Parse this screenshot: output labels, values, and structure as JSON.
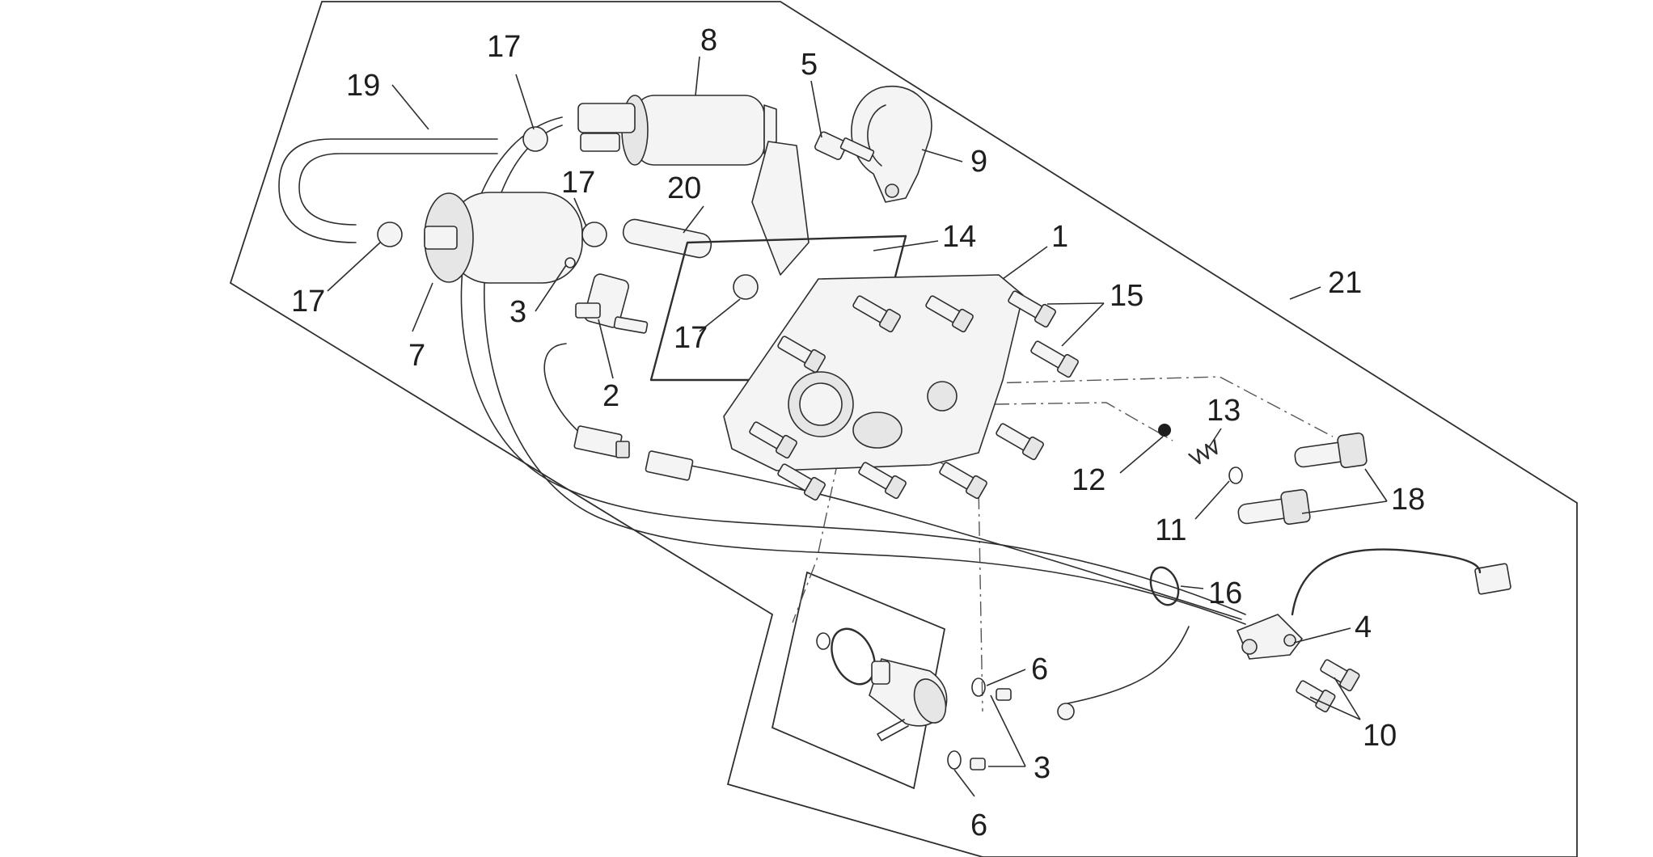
{
  "callouts": [
    {
      "id": "c1",
      "text": "1"
    },
    {
      "id": "c2",
      "text": "2"
    },
    {
      "id": "c3a",
      "text": "3"
    },
    {
      "id": "c3b",
      "text": "3"
    },
    {
      "id": "c4",
      "text": "4"
    },
    {
      "id": "c5",
      "text": "5"
    },
    {
      "id": "c6a",
      "text": "6"
    },
    {
      "id": "c6b",
      "text": "6"
    },
    {
      "id": "c7",
      "text": "7"
    },
    {
      "id": "c8",
      "text": "8"
    },
    {
      "id": "c9",
      "text": "9"
    },
    {
      "id": "c10",
      "text": "10"
    },
    {
      "id": "c11",
      "text": "11"
    },
    {
      "id": "c12",
      "text": "12"
    },
    {
      "id": "c13",
      "text": "13"
    },
    {
      "id": "c14",
      "text": "14"
    },
    {
      "id": "c15",
      "text": "15"
    },
    {
      "id": "c16",
      "text": "16"
    },
    {
      "id": "c17a",
      "text": "17"
    },
    {
      "id": "c17b",
      "text": "17"
    },
    {
      "id": "c17c",
      "text": "17"
    },
    {
      "id": "c17d",
      "text": "17"
    },
    {
      "id": "c18",
      "text": "18"
    },
    {
      "id": "c19",
      "text": "19"
    },
    {
      "id": "c20",
      "text": "20"
    },
    {
      "id": "c21",
      "text": "21"
    }
  ]
}
